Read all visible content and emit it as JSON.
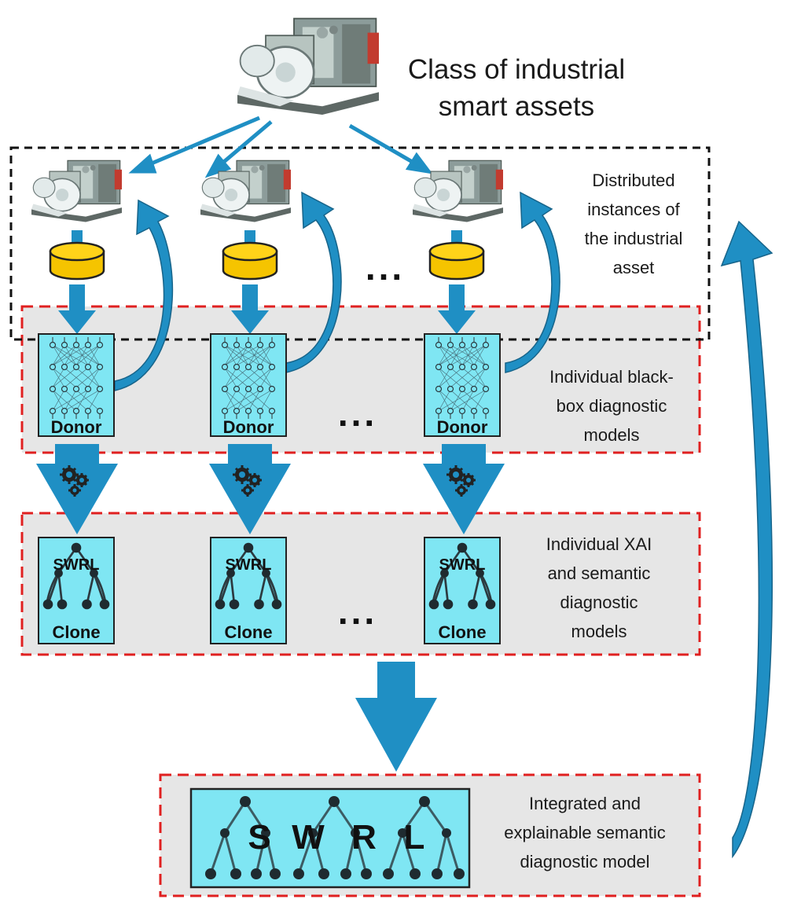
{
  "top_label_line1": "Class of industrial",
  "top_label_line2": "smart assets",
  "regions": {
    "instances": [
      "Distributed",
      "instances of",
      "the industrial",
      "asset"
    ],
    "donors": [
      "Individual black-",
      "box diagnostic",
      "models"
    ],
    "clones": [
      "Individual XAI",
      "and semantic",
      "diagnostic",
      "models"
    ],
    "integrated": [
      "Integrated and",
      "explainable semantic",
      "diagnostic model"
    ]
  },
  "donor_label": "Donor",
  "clone_label": "Clone",
  "clone_title": "SWRL",
  "big_model_letters": [
    "S",
    "W",
    "R",
    "L"
  ],
  "ellipsis": "...",
  "colors": {
    "arrow": "#1f8fc4",
    "model_fill": "#7fe6f3",
    "database": "#f5c400",
    "region_border_red": "#e02020",
    "region_border_black": "#111111",
    "region_fill": "#e6e6e6"
  }
}
